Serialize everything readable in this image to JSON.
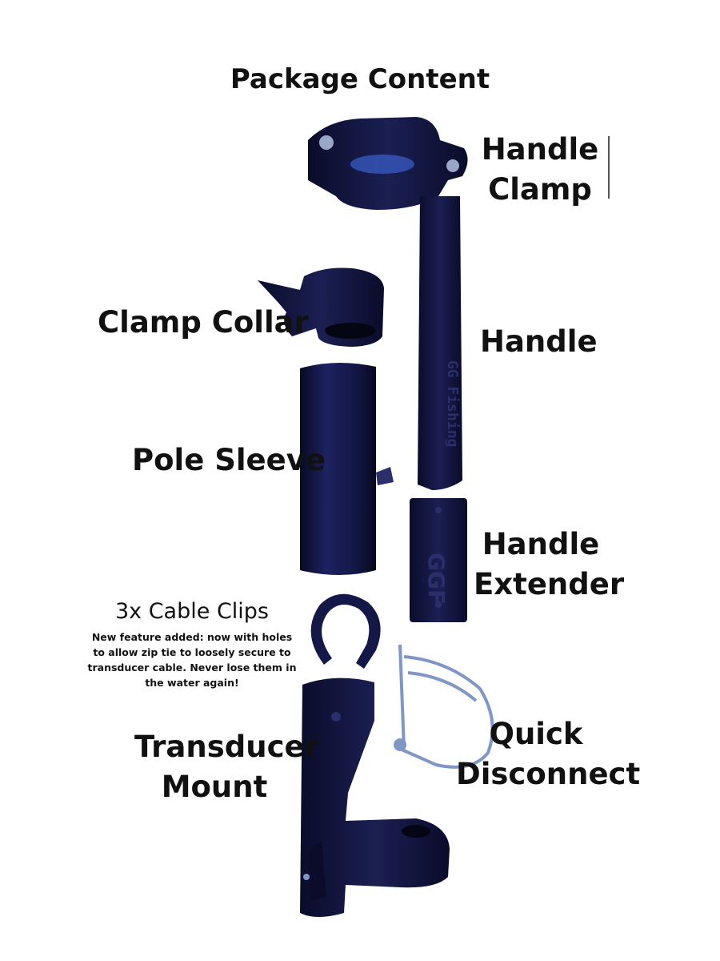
{
  "title": "Package Content",
  "labels": {
    "handle_clamp": [
      "Handle",
      "Clamp"
    ],
    "clamp_collar": "Clamp Collar",
    "handle": "Handle",
    "pole_sleeve": "Pole Sleeve",
    "handle_extender": [
      "Handle",
      "Extender"
    ],
    "cable_clips_title": "3x Cable Clips",
    "cable_clips_note": "New feature added: now with holes to allow zip tie to loosely secure to transducer cable. Never lose them in the water again!",
    "transducer_mount": [
      "Transducer",
      "Mount"
    ],
    "quick_disconnect": [
      "Quick",
      "Disconnect"
    ]
  },
  "engravings": {
    "handle_text": "GG Fishing",
    "extender_text": "GGF"
  },
  "colors": {
    "part_fill": "#0f1236",
    "part_highlight": "#2a2f6b",
    "pin_color": "#7f97c4",
    "text": "#111111",
    "background": "#ffffff"
  }
}
